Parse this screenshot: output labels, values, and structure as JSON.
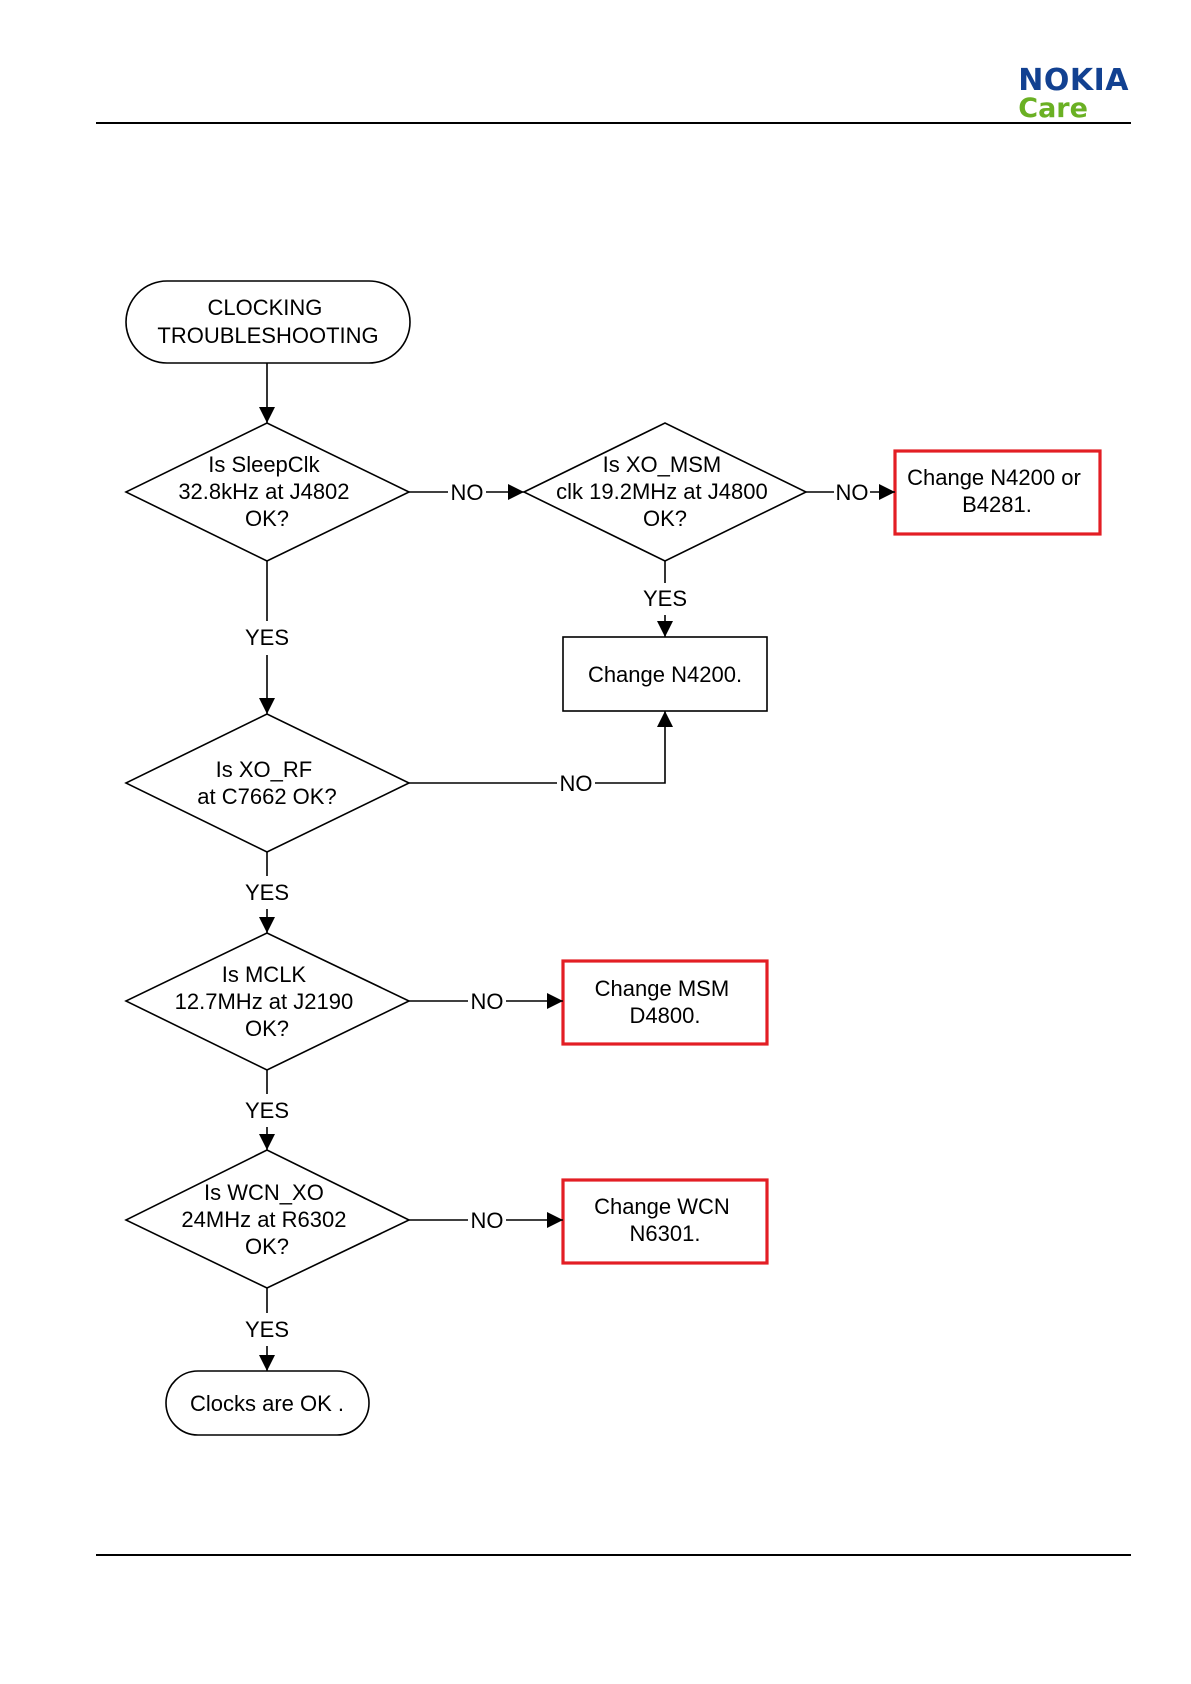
{
  "header": {
    "brand": "NOKIA",
    "sub_brand": "Care",
    "brand_color": "#124191",
    "sub_brand_color": "#6ab023"
  },
  "flowchart": {
    "start": [
      "CLOCKING",
      "TROUBLESHOOTING"
    ],
    "q_sleepclk": [
      "Is SleepClk",
      "32.8kHz at J4802",
      "OK?"
    ],
    "q_xo_msm": [
      "Is XO_MSM",
      "clk 19.2MHz at J4800",
      "OK?"
    ],
    "a_change_n4200_b4281": [
      "Change N4200 or",
      "B4281."
    ],
    "a_change_n4200": [
      "Change N4200."
    ],
    "q_xo_rf": [
      "Is XO_RF",
      "at C7662 OK?"
    ],
    "q_mclk": [
      "Is MCLK",
      "12.7MHz at J2190",
      "OK?"
    ],
    "a_change_msm": [
      "Change MSM",
      "D4800."
    ],
    "q_wcn_xo": [
      "Is WCN_XO",
      "24MHz at R6302",
      "OK?"
    ],
    "a_change_wcn": [
      "Change WCN",
      "N6301."
    ],
    "end": [
      "Clocks are OK ."
    ],
    "label_yes": "YES",
    "label_no": "NO",
    "highlight_color": "#e31e24"
  }
}
